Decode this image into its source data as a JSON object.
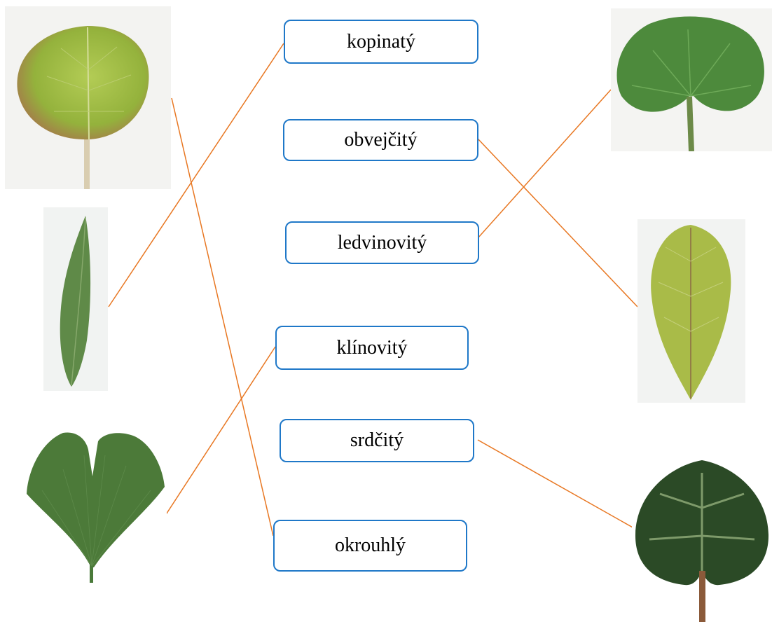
{
  "labels": {
    "kopinaty": "kopinatý",
    "obvejcity": "obvejčitý",
    "ledvinovity": "ledvinovitý",
    "klinovity": "klínovitý",
    "srdcity": "srdčitý",
    "okrouhly": "okrouhlý"
  },
  "leaves": [
    {
      "name": "round-leaf-image",
      "position": "left-top",
      "matched_label": "okrouhlý"
    },
    {
      "name": "lanceolate-leaf-image",
      "position": "left-middle",
      "matched_label": "kopinatý"
    },
    {
      "name": "ginkgo-leaf-image",
      "position": "left-bottom",
      "matched_label": "klínovitý"
    },
    {
      "name": "kidney-leaf-image",
      "position": "right-top",
      "matched_label": "ledvinovitý"
    },
    {
      "name": "obovate-leaf-image",
      "position": "right-middle",
      "matched_label": "obvejčitý"
    },
    {
      "name": "cordate-leaf-image",
      "position": "right-bottom",
      "matched_label": "srdčitý"
    }
  ],
  "colors": {
    "box_border": "#1f78c8",
    "connector_line": "#e87722"
  }
}
